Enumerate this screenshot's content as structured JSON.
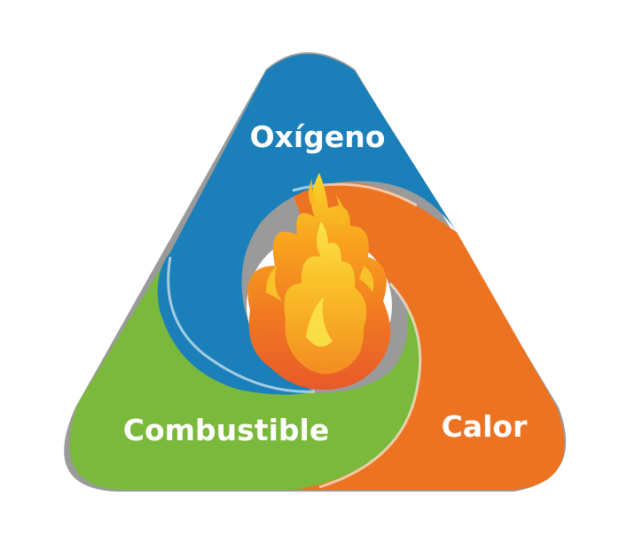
{
  "diagram": {
    "type": "fire-triangle",
    "segments": [
      {
        "id": "oxygen",
        "label": "Oxígeno",
        "color": "#1b7fb9"
      },
      {
        "id": "fuel",
        "label": "Combustible",
        "color": "#7bb93c"
      },
      {
        "id": "heat",
        "label": "Calor",
        "color": "#ec7322"
      }
    ],
    "center_icon": "flame-icon",
    "flame_colors": [
      "#f6d92b",
      "#f9a51e",
      "#f07a20",
      "#e9592a"
    ]
  }
}
